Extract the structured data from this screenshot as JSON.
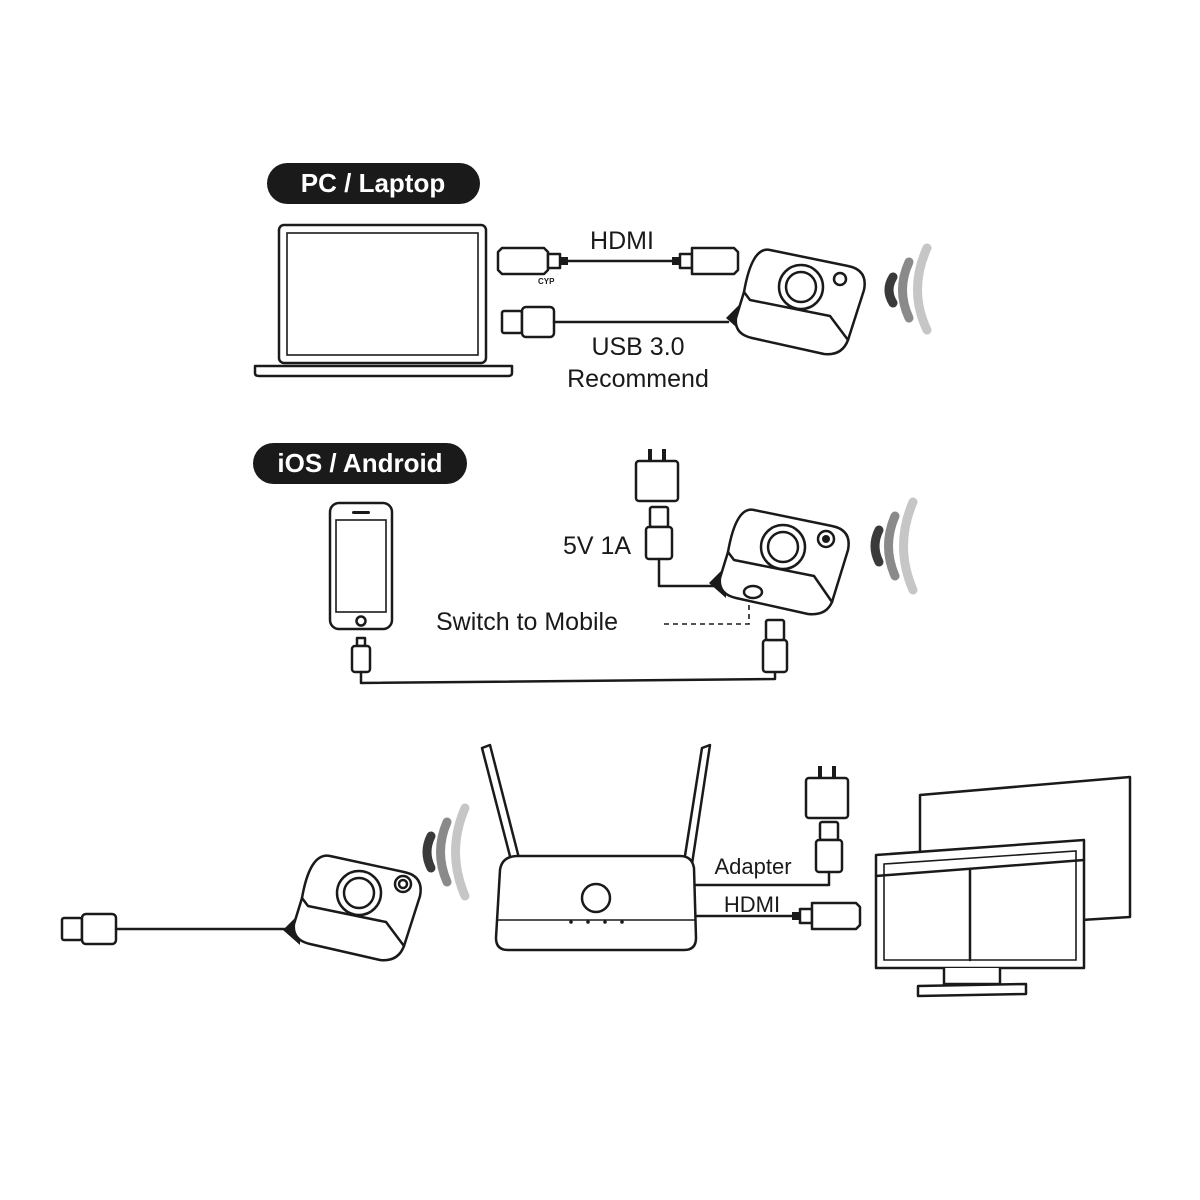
{
  "sections": {
    "pc": {
      "title": "PC / Laptop"
    },
    "mobile": {
      "title": "iOS / Android"
    }
  },
  "labels": {
    "hdmi_top": "HDMI",
    "usb": "USB 3.0",
    "usb_note": "Recommend",
    "power": "5V 1A",
    "switch": "Switch to Mobile",
    "adapter": "Adapter",
    "hdmi_bottom": "HDMI",
    "brand": "CYP"
  },
  "colors": {
    "pill": "#1a1a1a",
    "line": "#1a1a1a",
    "wave_dark": "#3a3a3a",
    "wave_mid": "#8a8a8a",
    "wave_light": "#c6c6c6"
  }
}
